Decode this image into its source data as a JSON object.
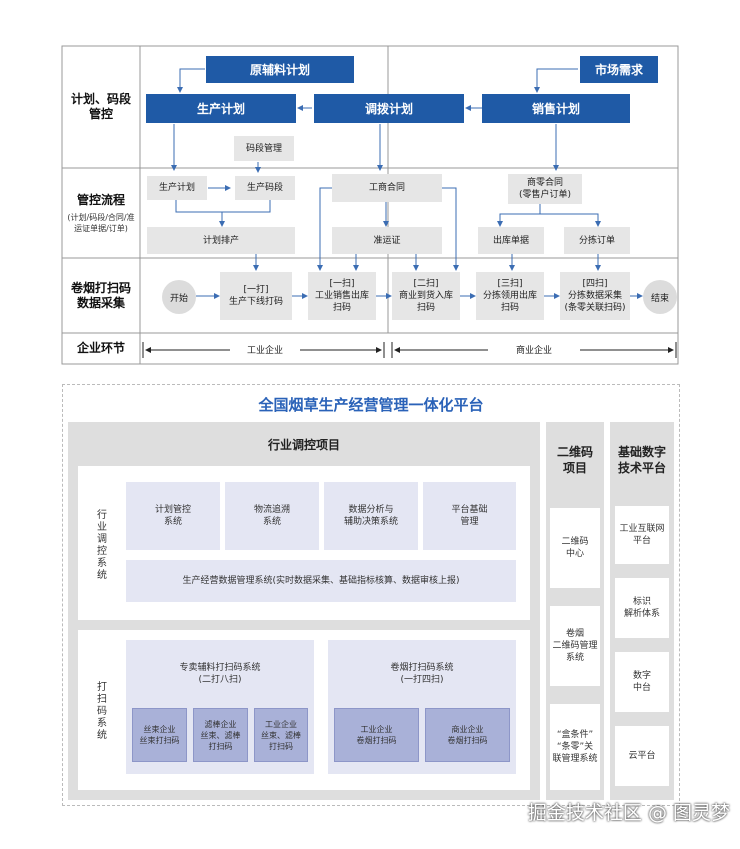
{
  "top": {
    "row_labels": {
      "plan": "计划、码段管控",
      "flow": "管控流程",
      "flow_sub": "(计划/码段/合同/准运证单据/订单)",
      "scan": "卷烟打扫码数据采集",
      "enterprise": "企业环节"
    },
    "plan_boxes": {
      "raw_material": "原辅料计划",
      "market_demand": "市场需求",
      "production": "生产计划",
      "allocation": "调拨计划",
      "sales": "销售计划"
    },
    "flow_boxes": {
      "code_segment_mgmt": "码段管理",
      "production_plan": "生产计划",
      "production_code": "生产码段",
      "industry_commerce_contract": "工商合同",
      "retail_contract": "商零合同\n(零售户订单)",
      "plan_schedule": "计划排产",
      "transport_permit": "准运证",
      "outbound_doc": "出库单据",
      "sorting_order": "分拣订单"
    },
    "scan_nodes": {
      "start": "开始",
      "end": "结束",
      "s1": "[一打]\n生产下线打码",
      "s2": "[一扫]\n工业销售出库\n扫码",
      "s3": "[二扫]\n商业到货入库\n扫码",
      "s4": "[三扫]\n分拣领用出库\n扫码",
      "s5": "[四扫]\n分拣数据采集\n(条零关联扫码)"
    },
    "enterprise": {
      "industry": "工业企业",
      "commerce": "商业企业"
    }
  },
  "platform": {
    "title": "全国烟草生产经营管理一体化平台",
    "regulation": {
      "title": "行业调控项目",
      "system_label": "行业调控系统",
      "modules": [
        "计划管控\n系统",
        "物流追溯\n系统",
        "数据分析与\n辅助决策系统",
        "平台基础\n管理"
      ],
      "data_mgmt": "生产经营数据管理系统(实时数据采集、基础指标核算、数据审核上报)",
      "scan_label": "打扫码系统",
      "auxiliary": {
        "title": "专卖辅料打扫码系统\n(二打八扫)",
        "items": [
          "丝束企业\n丝束打扫码",
          "滤棒企业\n丝束、滤棒\n打扫码",
          "工业企业\n丝束、滤棒\n打扫码"
        ]
      },
      "cigarette": {
        "title": "卷烟打扫码系统\n(一打四扫)",
        "items": [
          "工业企业\n卷烟打扫码",
          "商业企业\n卷烟打扫码"
        ]
      }
    },
    "qrcode": {
      "title": "二维码\n项目",
      "items": [
        "二维码\n中心",
        "卷烟\n二维码管理\n系统",
        "“盒条件”\n“条零”关\n联管理系统"
      ]
    },
    "digital": {
      "title": "基础数字\n技术平台",
      "items": [
        "工业互联网\n平台",
        "标识\n解析体系",
        "数字\n中台",
        "云平台"
      ]
    }
  },
  "watermark": "掘金技术社区 @ 图灵梦"
}
